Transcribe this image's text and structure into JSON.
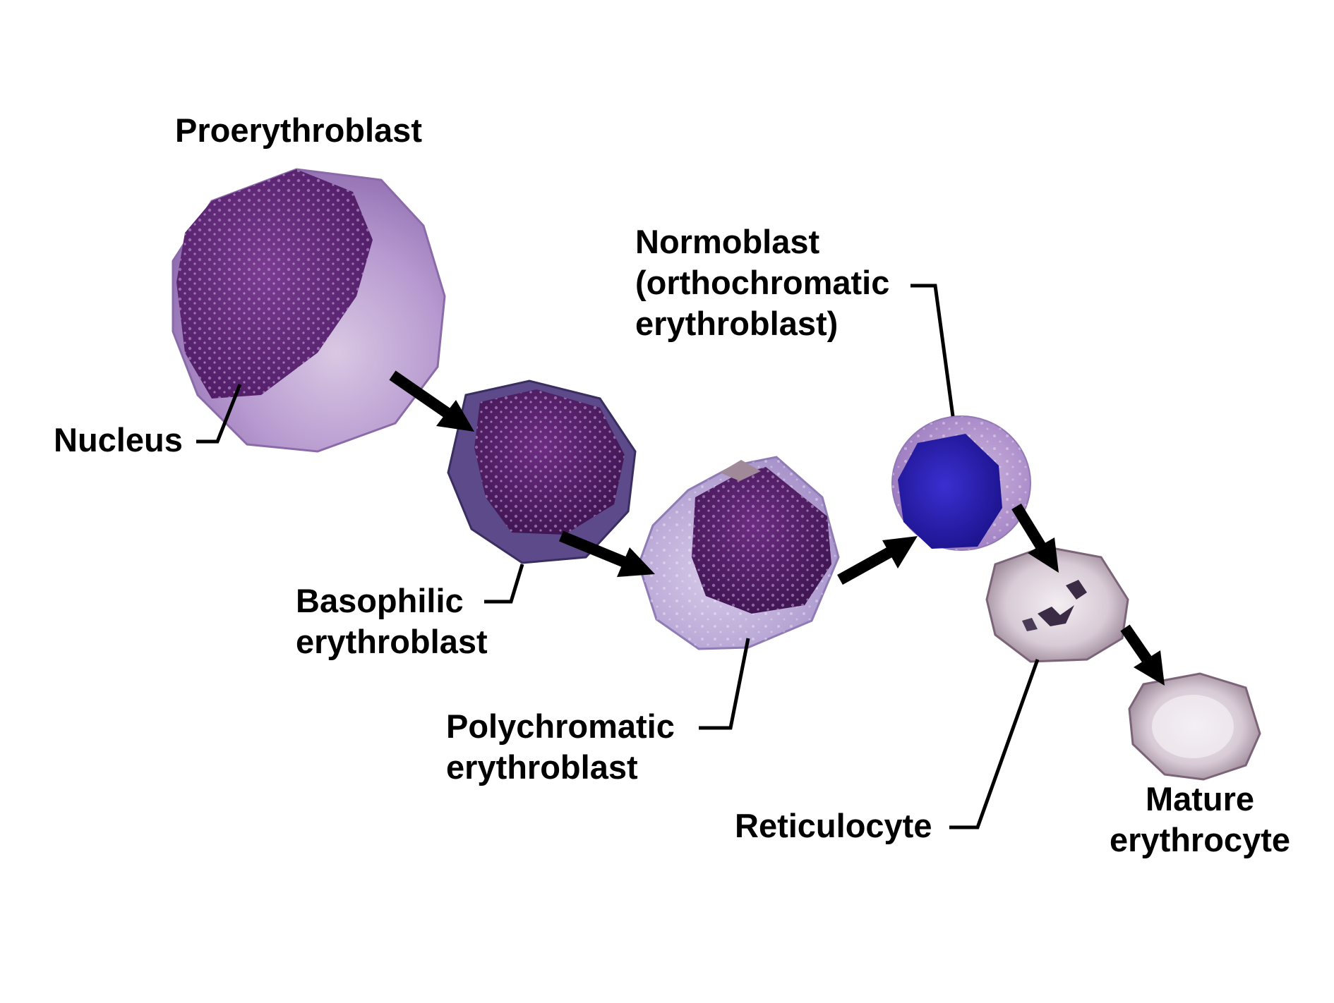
{
  "labels": {
    "proerythroblast": "Proerythroblast",
    "nucleus": "Nucleus",
    "basophilic": {
      "line1": "Basophilic",
      "line2": "erythroblast"
    },
    "polychromatic": {
      "line1": "Polychromatic",
      "line2": "erythroblast"
    },
    "normoblast": {
      "line1": "Normoblast",
      "line2": "(orthochromatic",
      "line3": "erythroblast)"
    },
    "reticulocyte": "Reticulocyte",
    "mature": {
      "line1": "Mature",
      "line2": "erythrocyte"
    }
  },
  "colors": {
    "background": "#ffffff",
    "text": "#000000",
    "arrow": "#000000",
    "violet_cytoplasm": "#b79ad0",
    "dark_nucleus": "#5a2070",
    "basophilic_rim": "#5c4a8a",
    "normoblast_nucleus": "#2a1fb0",
    "erythrocyte": "#cfc3cd"
  }
}
